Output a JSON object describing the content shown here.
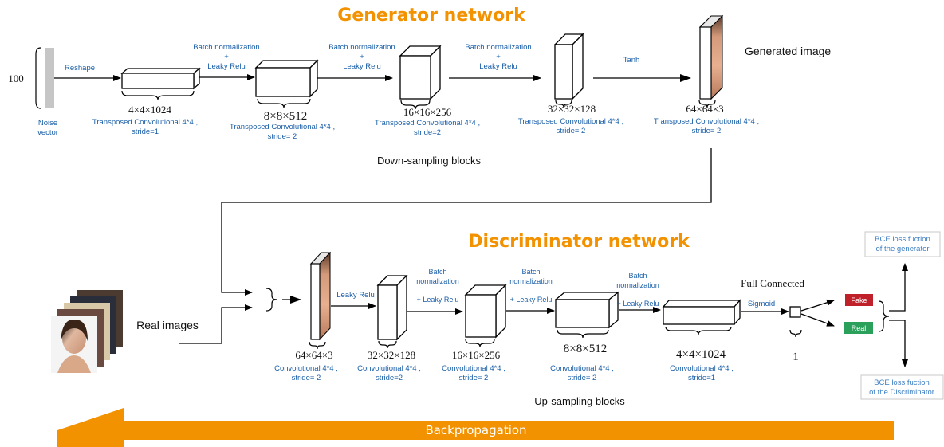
{
  "generator": {
    "title": "Generator network",
    "noise_size": "100",
    "noise_label_1": "Noise",
    "noise_label_2": "vector",
    "reshape": "Reshape",
    "bn_1": "Batch normalization",
    "plus": "+",
    "leaky": "Leaky Relu",
    "tanh": "Tanh",
    "generated": "Generated image",
    "sizes": [
      "4×4×1024",
      "8×8×512",
      "16×16×256",
      "32×32×128",
      "64×64×3"
    ],
    "conv": "Transposed Convolutional 4*4 ,",
    "strides": [
      "stride=1",
      "stride= 2",
      "stride=2",
      "stride= 2",
      "stride= 2"
    ],
    "blocks_label": "Down-sampling blocks"
  },
  "discriminator": {
    "title": "Discriminator network",
    "real_images": "Real images",
    "leaky": "Leaky Relu",
    "batch": "Batch",
    "normalization": "normalization",
    "plus_leaky": "+ Leaky Relu",
    "sigmoid": "Sigmoid",
    "full_connected": "Full Connected",
    "sizes": [
      "64×64×3",
      "32×32×128",
      "16×16×256",
      "8×8×512",
      "4×4×1024"
    ],
    "conv": "Convolutional 4*4 ,",
    "strides": [
      "stride= 2",
      "stride=2",
      "stride= 2",
      "stride= 2",
      "stride=1"
    ],
    "output_size": "1",
    "fake": "Fake",
    "real": "Real",
    "blocks_label": "Up-sampling blocks",
    "bce_gen_1": "BCE loss fuction",
    "bce_gen_2": "of the generator",
    "bce_dis_1": "BCE loss fuction",
    "bce_dis_2": "of the Discriminator"
  },
  "backprop": "Backpropagation",
  "colors": {
    "accent": "#f39200",
    "label_blue": "#1a5fa8",
    "fake_red": "#c0202a",
    "real_green": "#2aa05a"
  }
}
